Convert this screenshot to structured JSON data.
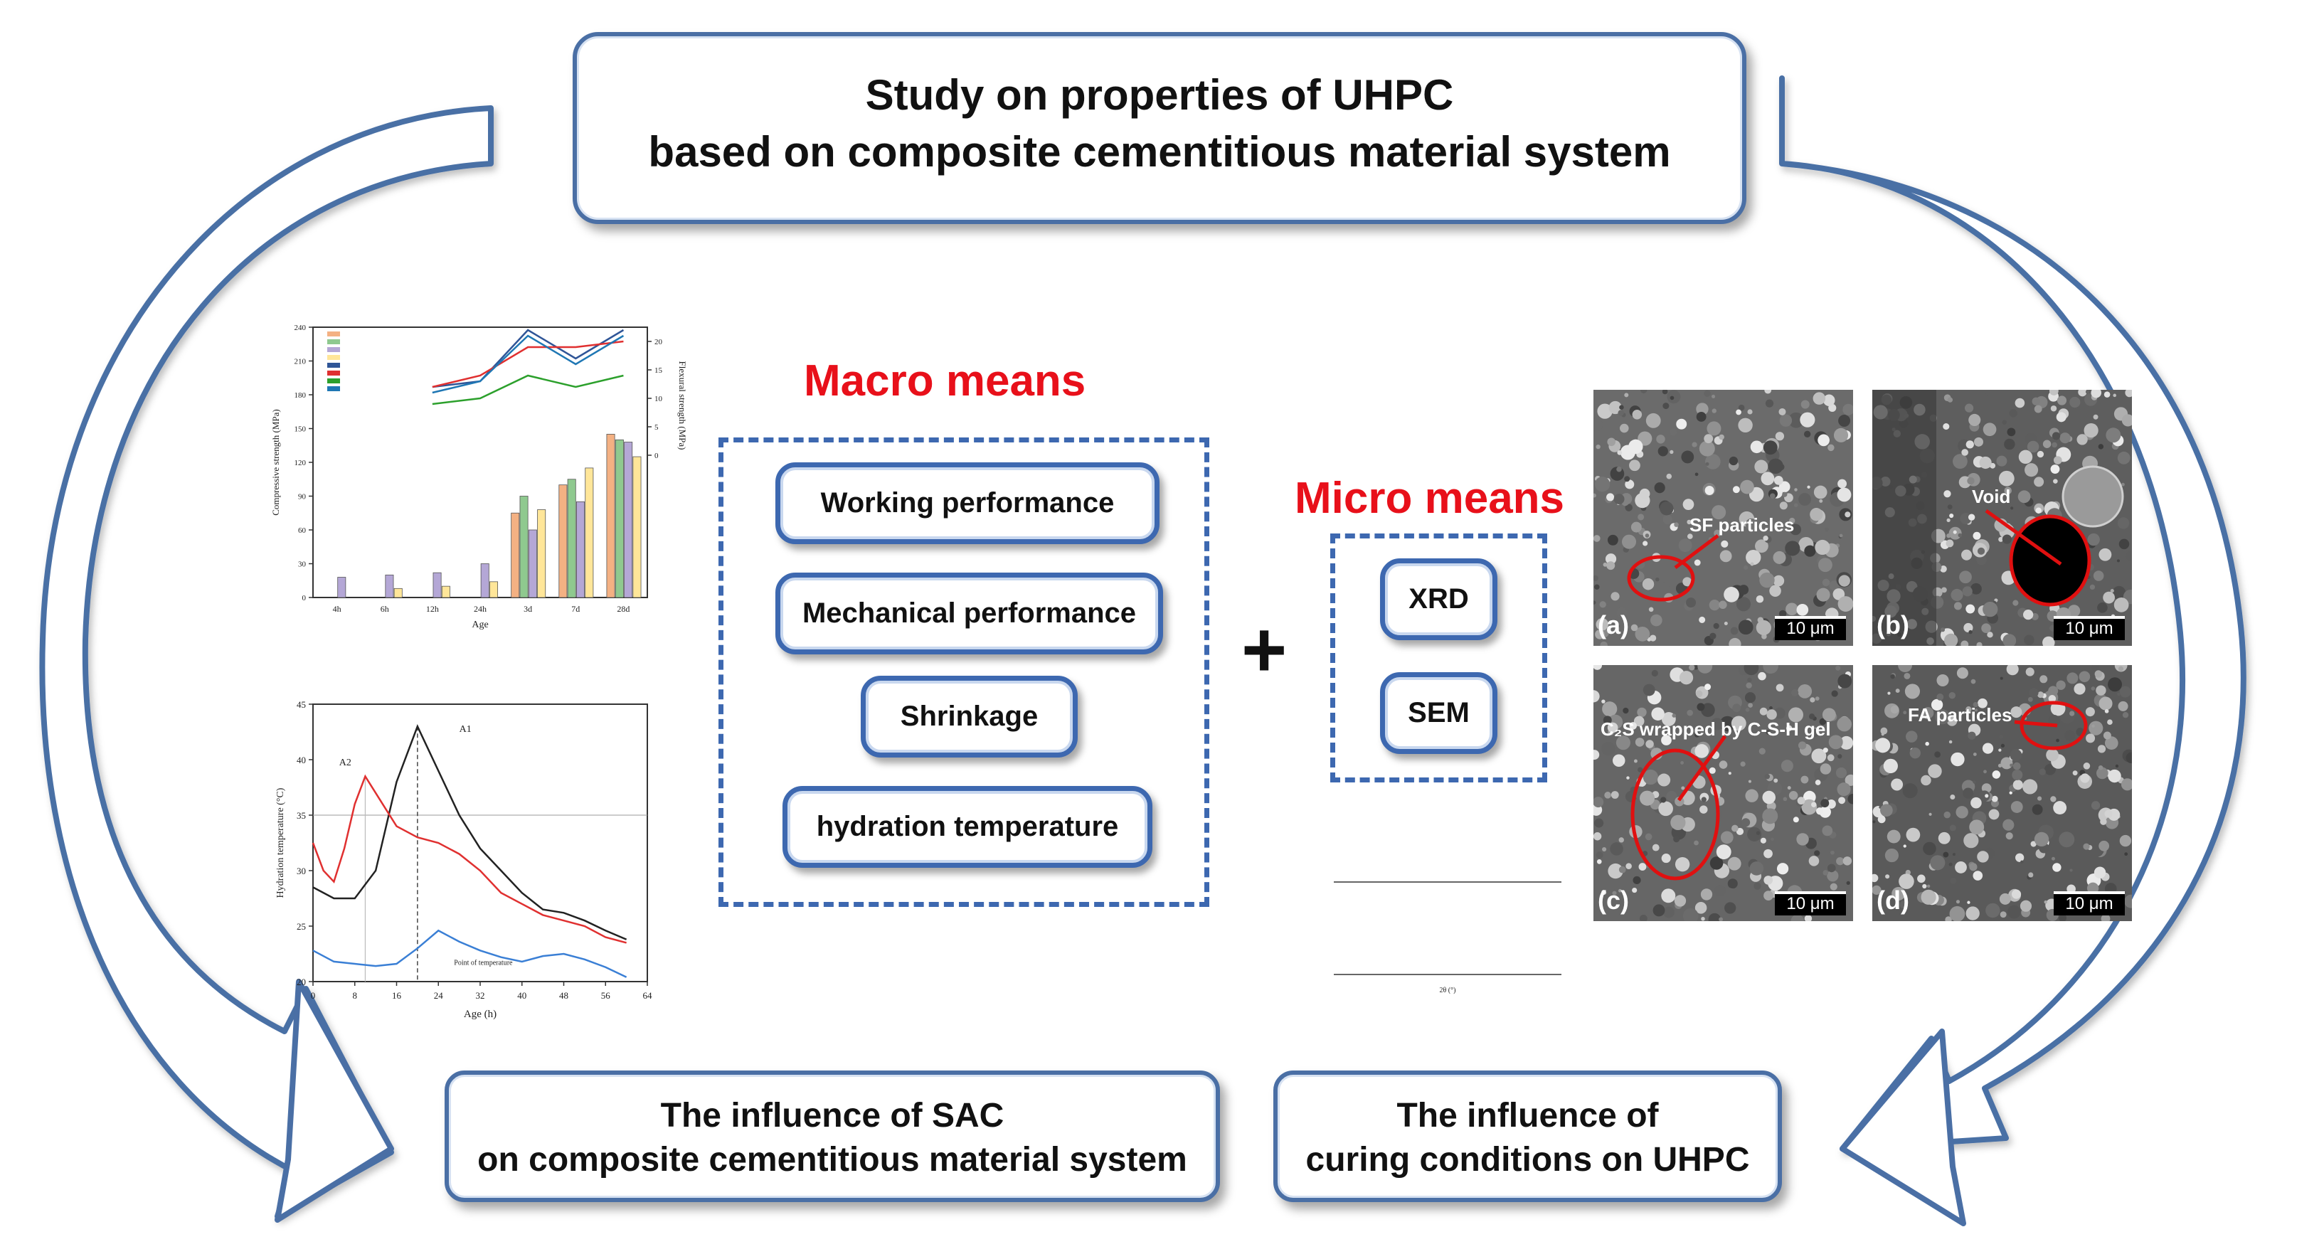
{
  "title": {
    "line1": "Study on properties of UHPC",
    "line2": "based on composite cementitious material system"
  },
  "macro": {
    "heading": "Macro means",
    "items": [
      "Working performance",
      "Mechanical performance",
      "Shrinkage",
      "hydration temperature"
    ]
  },
  "plus": "+",
  "micro": {
    "heading": "Micro means",
    "items": [
      "XRD",
      "SEM"
    ]
  },
  "outcomes": {
    "left_line1": "The influence of SAC",
    "left_line2": "on composite cementitious material system",
    "right_line1": "The influence of",
    "right_line2": "curing conditions on UHPC"
  },
  "sem_panels": [
    {
      "tag": "(a)",
      "annotation": "SF particles",
      "scale": "10 μm"
    },
    {
      "tag": "(b)",
      "annotation": "Void",
      "scale": "10 μm"
    },
    {
      "tag": "(c)",
      "annotation": "C₂S wrapped by C-S-H gel",
      "scale": "10 μm"
    },
    {
      "tag": "(d)",
      "annotation": "FA particles",
      "scale": "10 μm"
    }
  ],
  "colors": {
    "arrow": "#4a6fa5",
    "box_border": "#3d68b0",
    "red": "#e8101a"
  },
  "chart_data": [
    {
      "type": "bar",
      "xlabel": "Age",
      "ylabel": "Compressive strength (MPa)",
      "y2label": "Flexural strength (MPa)",
      "categories": [
        "4h",
        "6h",
        "12h",
        "24h",
        "3d",
        "7d",
        "28d"
      ],
      "ylim": [
        0,
        240
      ],
      "yticks": [
        "0",
        "30",
        "60",
        "90",
        "120",
        "150",
        "180",
        "210",
        "240"
      ],
      "y2ticks": [
        "0",
        "5",
        "10",
        "15",
        "20"
      ],
      "bar_series": [
        {
          "color": "#f4b183",
          "values": [
            null,
            null,
            null,
            null,
            75,
            100,
            145
          ]
        },
        {
          "color": "#8fc98f",
          "values": [
            null,
            null,
            null,
            null,
            90,
            105,
            140
          ]
        },
        {
          "color": "#b4a7d6",
          "values": [
            18,
            20,
            22,
            30,
            60,
            85,
            138
          ]
        },
        {
          "color": "#ffe699",
          "values": [
            null,
            8,
            10,
            14,
            78,
            115,
            125
          ]
        }
      ],
      "line_series": [
        {
          "color": "#2f5597",
          "values": [
            null,
            null,
            12,
            13,
            22,
            17,
            22
          ]
        },
        {
          "color": "#e03030",
          "values": [
            null,
            null,
            12,
            14,
            19,
            19,
            20
          ]
        },
        {
          "color": "#2ca02c",
          "values": [
            null,
            null,
            9,
            10,
            14,
            12,
            14
          ]
        },
        {
          "color": "#1f77b4",
          "values": [
            null,
            null,
            11,
            13,
            21,
            16,
            21
          ]
        }
      ]
    },
    {
      "type": "line",
      "xlabel": "Age (h)",
      "ylabel": "Hydration temperature (°C)",
      "xlim": [
        0,
        64
      ],
      "ylim": [
        20,
        45
      ],
      "xticks": [
        "0",
        "8",
        "16",
        "24",
        "32",
        "40",
        "48",
        "56",
        "64"
      ],
      "yticks": [
        "20",
        "25",
        "30",
        "35",
        "40",
        "45"
      ],
      "annotations": [
        "A1",
        "A2",
        "Point of temperature"
      ],
      "series": [
        {
          "name": "A1",
          "color": "#222222",
          "x": [
            0,
            4,
            8,
            12,
            16,
            20,
            24,
            28,
            32,
            36,
            40,
            44,
            48,
            52,
            56,
            60
          ],
          "y": [
            28.5,
            27.5,
            27.5,
            30,
            38,
            43,
            39,
            35,
            32,
            30,
            28,
            26.5,
            26.2,
            25.5,
            24.6,
            23.8
          ]
        },
        {
          "name": "A2",
          "color": "#e03030",
          "x": [
            0,
            2,
            4,
            6,
            8,
            10,
            12,
            16,
            20,
            24,
            28,
            32,
            36,
            40,
            44,
            48,
            52,
            56,
            60
          ],
          "y": [
            32.5,
            30,
            29,
            32,
            36,
            38.5,
            37,
            34,
            33,
            32.5,
            31.5,
            30,
            28,
            27,
            26,
            25.5,
            25,
            24,
            23.5
          ]
        },
        {
          "name": "Point of temperature",
          "color": "#3a7fd5",
          "x": [
            0,
            4,
            8,
            12,
            16,
            20,
            24,
            28,
            32,
            36,
            40,
            44,
            48,
            52,
            56,
            60
          ],
          "y": [
            22.8,
            21.8,
            21.6,
            21.4,
            21.6,
            23,
            24.6,
            23.6,
            22.8,
            22.2,
            21.8,
            22.3,
            22.5,
            22,
            21.3,
            20.4
          ]
        }
      ]
    },
    {
      "type": "line",
      "xlabel": "2θ (°)",
      "series": [
        {
          "color": "#2f6fd1"
        },
        {
          "color": "#e02020"
        }
      ]
    }
  ]
}
